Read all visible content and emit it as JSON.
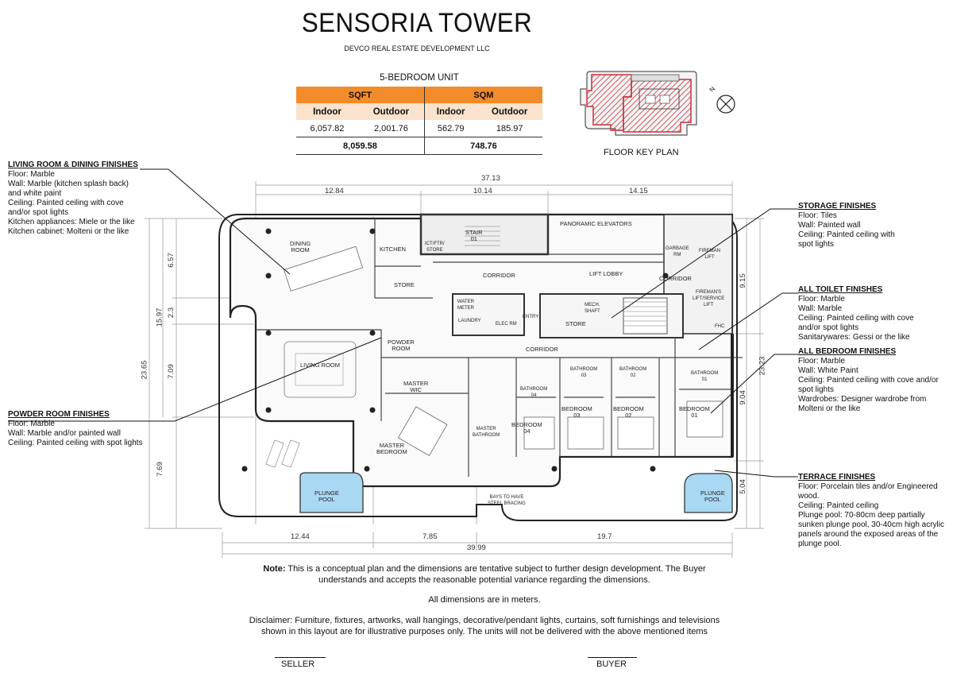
{
  "header": {
    "title": "SENSORIA TOWER",
    "subtitle": "DEVCO REAL ESTATE DEVELOPMENT LLC",
    "unit_type": "5-BEDROOM UNIT"
  },
  "area_table": {
    "groups": [
      "SQFT",
      "SQM"
    ],
    "columns": [
      "Indoor",
      "Outdoor",
      "Indoor",
      "Outdoor"
    ],
    "values": [
      "6,057.82",
      "2,001.76",
      "562.79",
      "185.97"
    ],
    "totals": [
      "8,059.58",
      "748.76"
    ]
  },
  "key_plan": {
    "label": "FLOOR KEY PLAN",
    "north_label": "N"
  },
  "finishes": {
    "living": {
      "title": "LIVING ROOM & DINING FINISHES",
      "lines": [
        "Floor: Marble",
        "Wall: Marble (kitchen splash back)",
        "and white paint",
        "Ceiling: Painted ceiling with cove",
        "and/or spot lights",
        "Kitchen appliances: Miele or the like",
        "Kitchen cabinet: Molteni or the like"
      ]
    },
    "powder": {
      "title": "POWDER ROOM FINISHES",
      "lines": [
        "Floor: Marble",
        "Wall: Marble and/or painted wall",
        "Ceiling: Painted ceiling with spot lights"
      ]
    },
    "storage": {
      "title": "STORAGE FINISHES",
      "lines": [
        "Floor: Tiles",
        "Wall: Painted wall",
        "Ceiling: Painted ceiling with",
        "spot lights"
      ]
    },
    "toilet": {
      "title": "ALL TOILET FINISHES",
      "lines": [
        "Floor: Marble",
        "Wall: Marble",
        "Ceiling: Painted ceiling with cove",
        "and/or spot lights",
        "Sanitarywares: Gessi or the like"
      ]
    },
    "bedroom": {
      "title": "ALL BEDROOM FINISHES",
      "lines": [
        "Floor: Marble",
        "Wall: White Paint",
        "Ceiling: Painted ceiling with cove and/or",
        "spot lights",
        "Wardrobes: Designer wardrobe from",
        "Molteni or the like"
      ]
    },
    "terrace": {
      "title": "TERRACE FINISHES",
      "lines": [
        "Floor: Porcelain tiles and/or Engineered",
        "wood.",
        "Ceiling: Painted ceiling",
        "Plunge pool: 70-80cm deep partially",
        "sunken plunge pool, 30-40cm high acrylic",
        "panels around the exposed areas of the",
        "plunge pool."
      ]
    }
  },
  "rooms": {
    "dining": "DINING\nROOM",
    "kitchen": "KITCHEN",
    "ict": "ICT/FTR/\nSTORE",
    "stair": "STAIR\n01",
    "panoramic": "PANORAMIC ELEVATORS",
    "garbage": "GARBAGE\nRM",
    "fireman_lift": "FIREMAN\nLIFT",
    "store_kitchen": "STORE",
    "corridor_top": "CORRIDOR",
    "lift_lobby": "LIFT LOBBY",
    "corridor_right": "CORRIDOR",
    "water_meter": "WATER\nMETER",
    "laundry": "LAUNDRY",
    "elec": "ELEC RM",
    "entry": "ENTRY",
    "mech": "MECH.\nSHAFT",
    "store_main": "STORE",
    "fireman_service": "FIREMAN'S\nLIFT/SERVICE\nLIFT",
    "fhc": "FHC",
    "powder": "POWDER\nROOM",
    "corridor_mid": "CORRIDOR",
    "living": "LIVING ROOM",
    "master_wic": "MASTER\nWIC",
    "bath04": "BATHROOM\n04",
    "bath03": "BATHROOM\n03",
    "bath02": "BATHROOM\n02",
    "bath01": "BATHROOM\n01",
    "bed04": "BEDROOM\n04",
    "bed03": "BEDROOM\n03",
    "bed02": "BEDROOM\n02",
    "bed01": "BEDROOM\n01",
    "master_bath": "MASTER\nBATHROOM",
    "master_bed": "MASTER\nBEDROOM",
    "pool_left": "PLUNGE\nPOOL",
    "pool_right": "PLUNGE\nPOOL",
    "bays": "BAYS TO HAVE\nSTEEL BRACING"
  },
  "dimensions": {
    "top_total": "37.13",
    "top_a": "12.84",
    "top_b": "10.14",
    "top_c": "14.15",
    "left_total": "23.65",
    "left_a": "15.97",
    "left_b": "6.57",
    "left_c": "2.3",
    "left_d": "7.09",
    "left_e": "7.69",
    "right_total": "23.23",
    "right_a": "9.15",
    "right_b": "9.04",
    "right_c": "5.04",
    "bottom_a": "12.44",
    "bottom_b": "7.85",
    "bottom_c": "19.7",
    "bottom_total": "39.99"
  },
  "footer": {
    "note_label": "Note:",
    "note_text": "This is a conceptual plan and the dimensions are tentative subject to further design development. The Buyer understands and accepts the reasonable potential variance regarding the dimensions.",
    "dims_note": "All dimensions are in meters.",
    "disclaimer": "Disclaimer: Furniture, fixtures, artworks, wall hangings, decorative/pendant lights, curtains, soft furnishings and televisions shown in this layout are for illustrative purposes only. The units will not be delivered with the above mentioned items",
    "seller": "SELLER",
    "buyer": "BUYER"
  },
  "colors": {
    "table_header": "#f28c2a",
    "table_subheader": "#fbe2cc",
    "pool": "#a9d8f2",
    "key_plan_hatch": "#c8323c"
  }
}
